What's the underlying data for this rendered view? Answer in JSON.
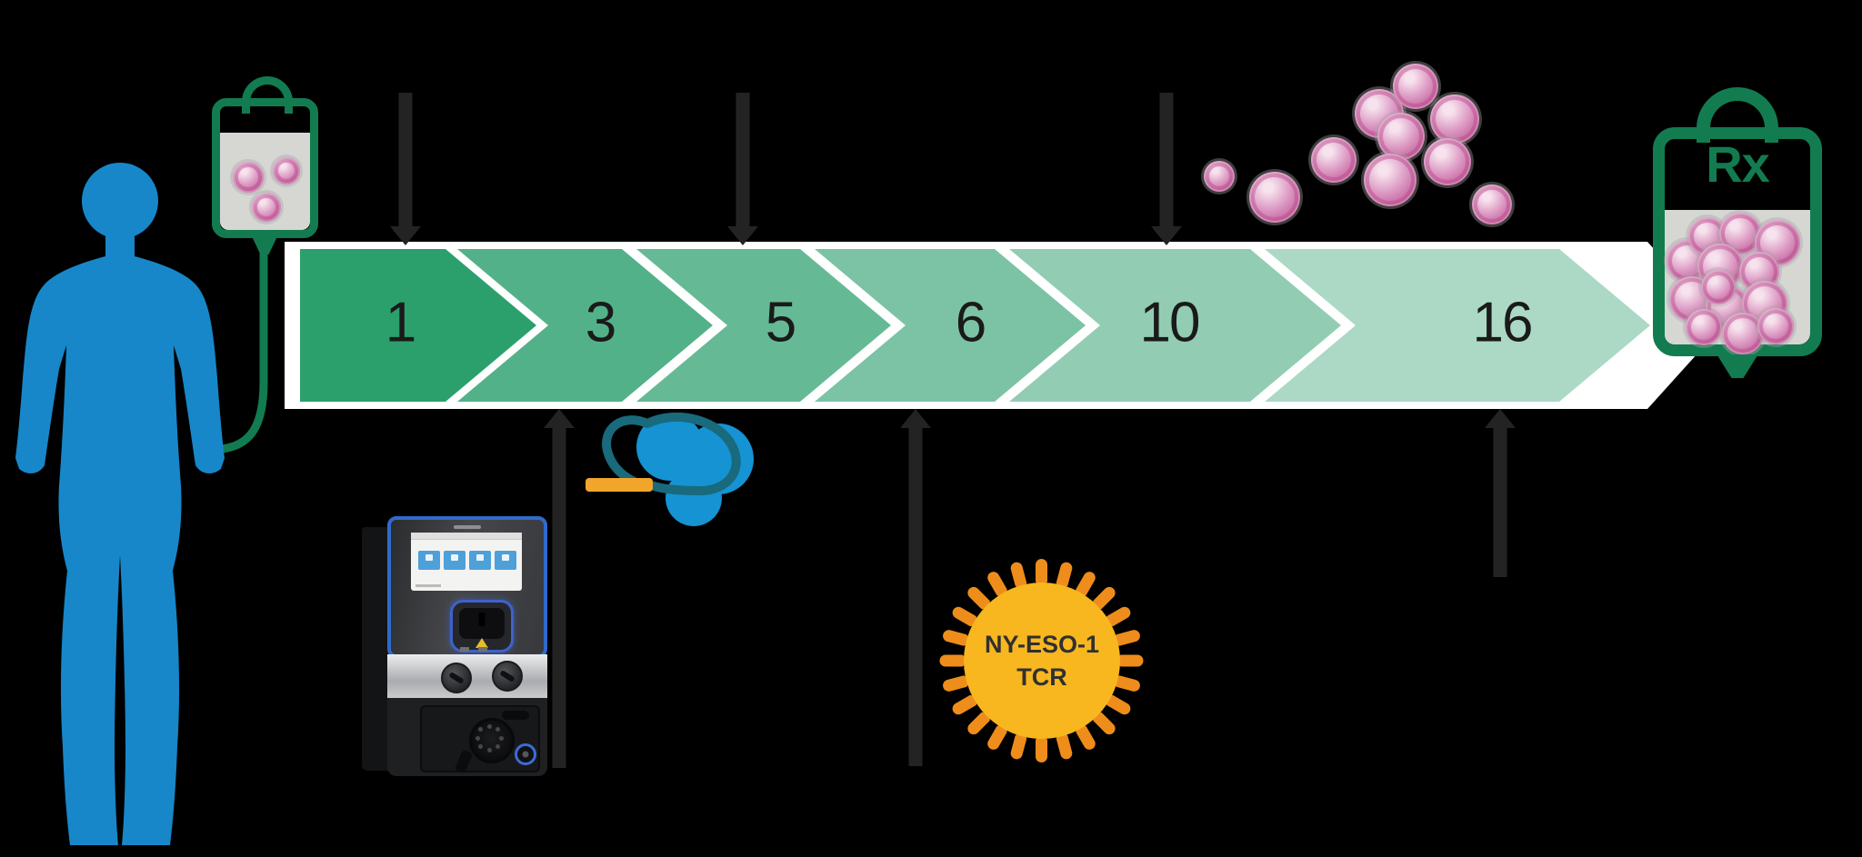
{
  "scene": {
    "background_color": "#000000",
    "band_color": "#FFFFFF"
  },
  "timeline": {
    "number_color": "#1A1A1A",
    "days": [
      {
        "label": "1",
        "color": "#2BA06C"
      },
      {
        "label": "3",
        "color": "#53B189"
      },
      {
        "label": "5",
        "color": "#65BA95"
      },
      {
        "label": "6",
        "color": "#7BC3A4"
      },
      {
        "label": "10",
        "color": "#92CDB3"
      },
      {
        "label": "16",
        "color": "#ABD9C5"
      }
    ]
  },
  "annotations": {
    "arrow_color": "#232323",
    "top_arrow_count": 3,
    "bottom_arrow_count": 3
  },
  "icons": {
    "patient": {
      "color": "#1787C9"
    },
    "apheresis_bag": {
      "outline_color": "#127C50",
      "cell_count": 3
    },
    "processing_machine": {
      "frame_color": "#2F6BCB"
    },
    "tubing_kit": {
      "blob_color": "#1593D2",
      "cord_color": "#186A7C",
      "handle_color": "#F2A52B"
    },
    "viral_vector": {
      "label_line1": "NY-ESO-1",
      "label_line2": "TCR",
      "body_color": "#F8B71F",
      "spike_color": "#EE8D1B",
      "text_color": "#303030",
      "spike_count": 24
    },
    "expanded_cells": {
      "count": 10
    },
    "product_bag": {
      "label": "Rx",
      "outline_color": "#127C50",
      "cell_count": 13
    },
    "cell_colors": {
      "highlight": "#F7E3EE",
      "mid": "#DD9CC5",
      "deep": "#C4619C",
      "rim": "#B84A8C"
    }
  }
}
